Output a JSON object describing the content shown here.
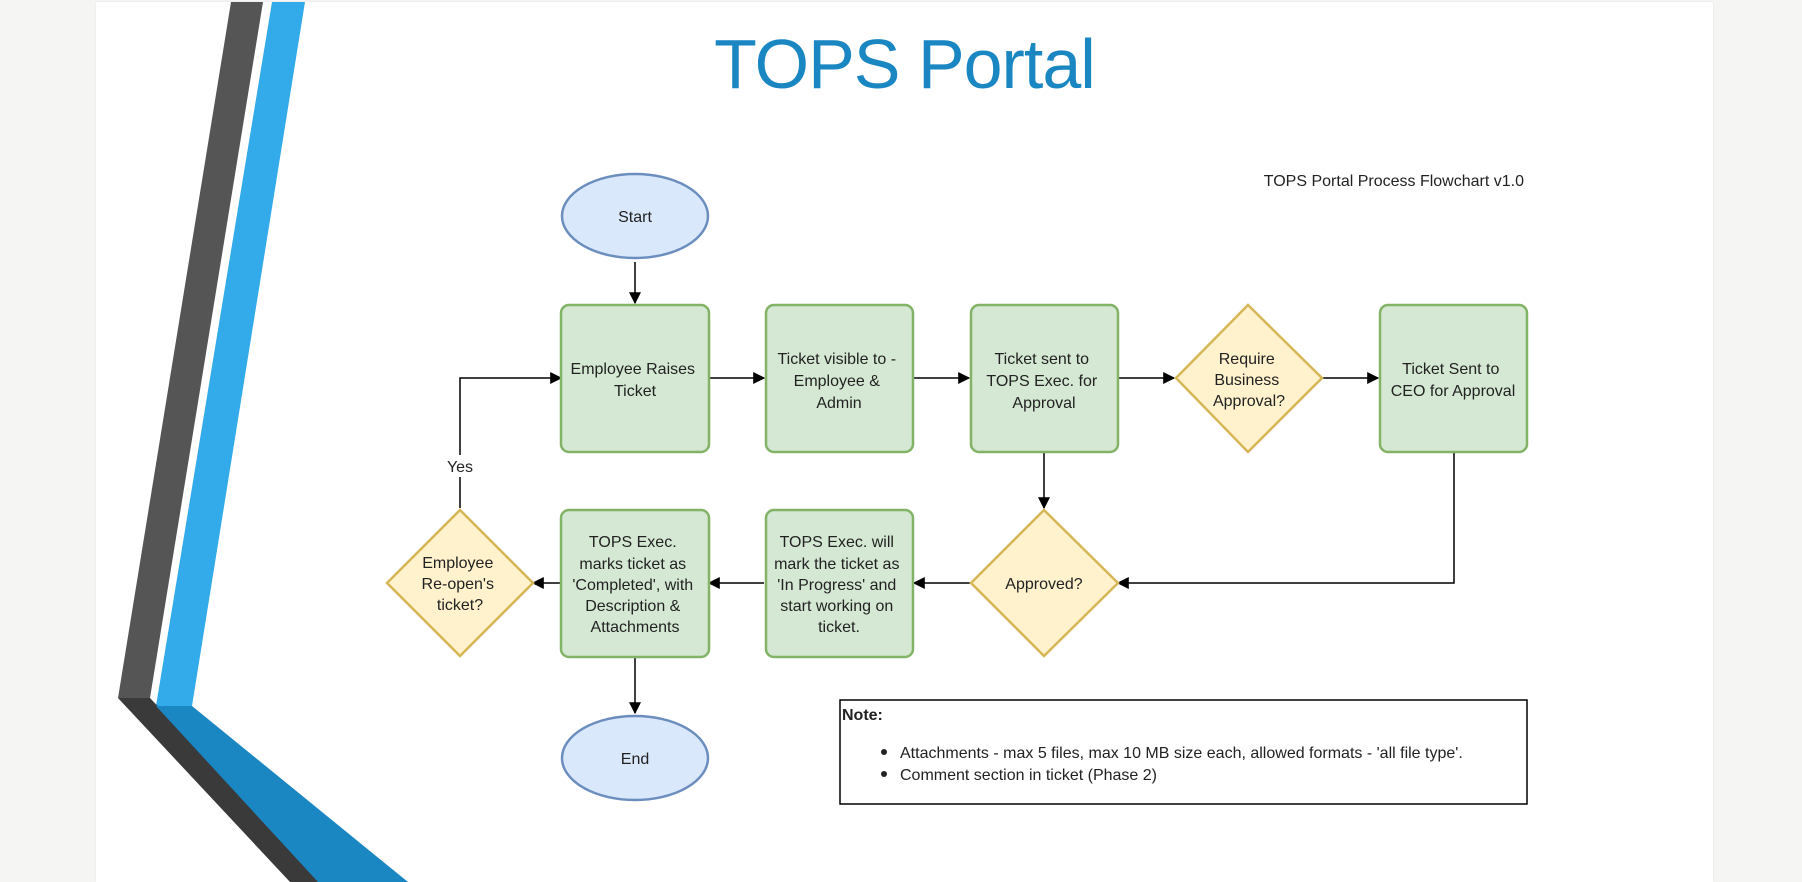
{
  "slide": {
    "title": "TOPS Portal"
  },
  "flowchart": {
    "caption": "TOPS Portal Process Flowchart v1.0",
    "nodes": {
      "start": [
        "Start"
      ],
      "raise": [
        "Employee Raises",
        "Ticket"
      ],
      "visible": [
        "Ticket visible to -",
        "Employee &",
        "Admin"
      ],
      "sent_exec": [
        "Ticket sent to",
        "TOPS Exec. for",
        "Approval"
      ],
      "require_biz": [
        "Require",
        "Business",
        "Approval?"
      ],
      "sent_ceo": [
        "Ticket Sent to",
        "CEO for Approval"
      ],
      "approved": [
        "Approved?"
      ],
      "in_progress": [
        "TOPS Exec. will",
        "mark the ticket as",
        "'In Progress' and",
        "start working on",
        "ticket."
      ],
      "completed": [
        "TOPS Exec.",
        "marks ticket as",
        "'Completed', with",
        "Description &",
        "Attachments"
      ],
      "reopen": [
        "Employee",
        "Re-open's",
        "ticket?"
      ],
      "end": [
        "End"
      ]
    },
    "edge_labels": {
      "yes": "Yes"
    },
    "note": {
      "heading": "Note:",
      "items": [
        "Attachments - max 5 files, max 10 MB size each, allowed formats - 'all file type'.",
        "Comment section in ticket (Phase 2)"
      ]
    },
    "colors": {
      "process_fill": "#d5e8d4",
      "process_stroke": "#82b366",
      "decision_fill": "#fff2cc",
      "decision_stroke": "#d6b656",
      "terminal_fill": "#dae8fc",
      "terminal_stroke": "#6c8ebf"
    }
  }
}
